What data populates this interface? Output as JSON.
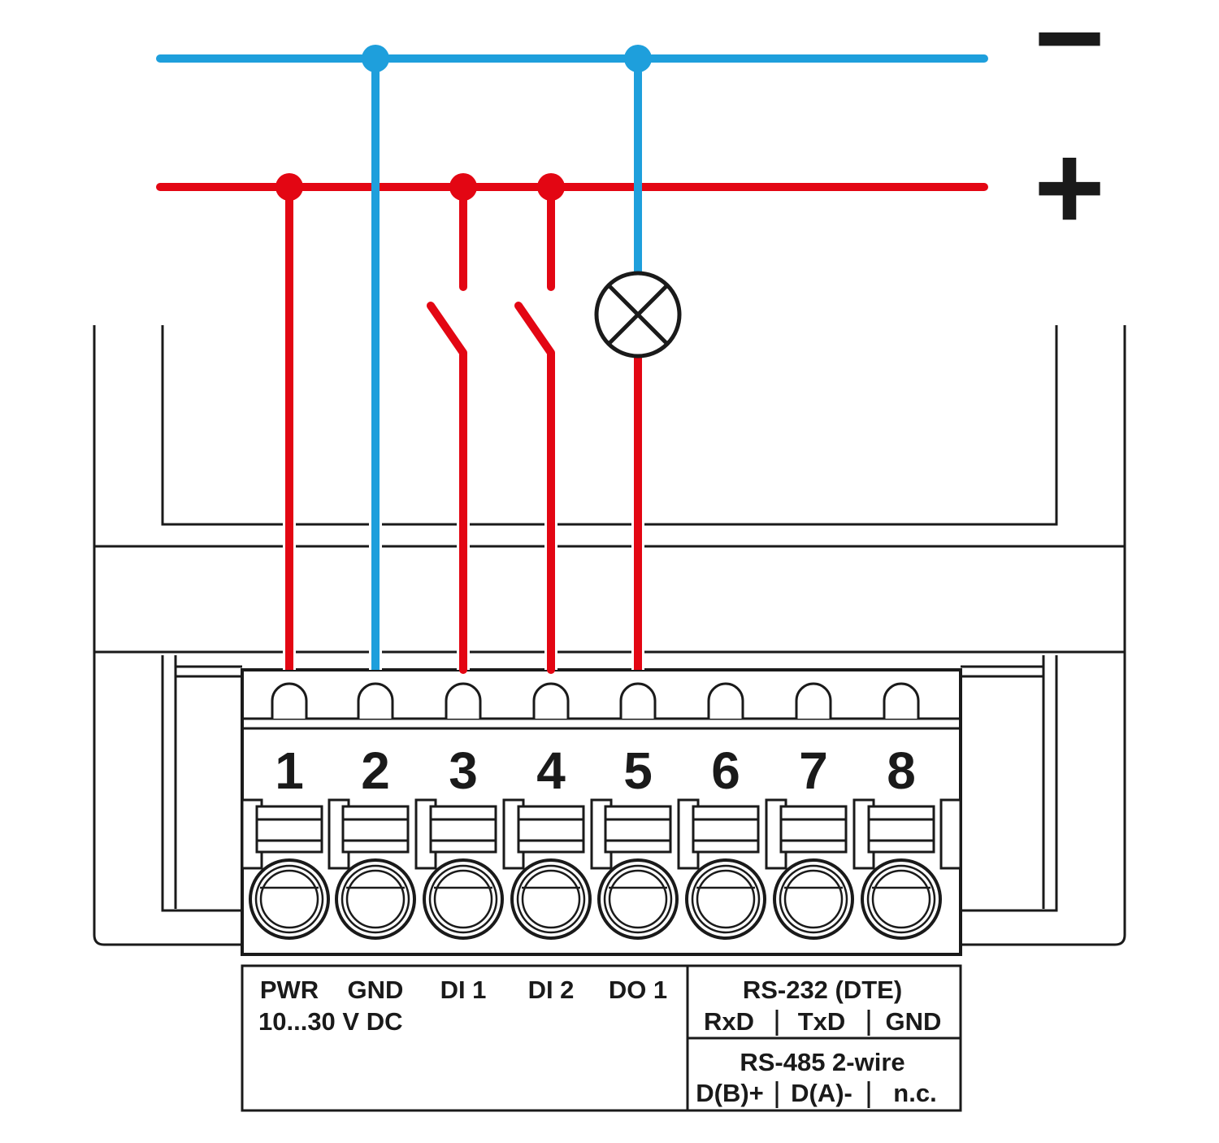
{
  "rails": {
    "minus_symbol": "−",
    "plus_symbol": "+",
    "colors": {
      "negative": "#1e9fdc",
      "positive": "#e30613",
      "outline": "#1a1a1a"
    }
  },
  "terminals": [
    {
      "number": "1",
      "wire": "positive"
    },
    {
      "number": "2",
      "wire": "negative"
    },
    {
      "number": "3",
      "wire": "positive"
    },
    {
      "number": "4",
      "wire": "positive"
    },
    {
      "number": "5",
      "wire": "positive"
    },
    {
      "number": "6",
      "wire": "none"
    },
    {
      "number": "7",
      "wire": "none"
    },
    {
      "number": "8",
      "wire": "none"
    }
  ],
  "components": {
    "switch_di1": "normally-open switch",
    "switch_di2": "normally-open switch",
    "lamp_do1": "indicator lamp"
  },
  "labels": {
    "pwr": "PWR",
    "pwr_voltage": "10...30 V DC",
    "gnd": "GND",
    "di1": "DI 1",
    "di2": "DI 2",
    "do1": "DO 1",
    "rs232": {
      "header": "RS-232 (DTE)",
      "cols": [
        "RxD",
        "TxD",
        "GND"
      ]
    },
    "rs485": {
      "header": "RS-485 2-wire",
      "cols": [
        "D(B)+",
        "D(A)-",
        "n.c."
      ]
    }
  }
}
